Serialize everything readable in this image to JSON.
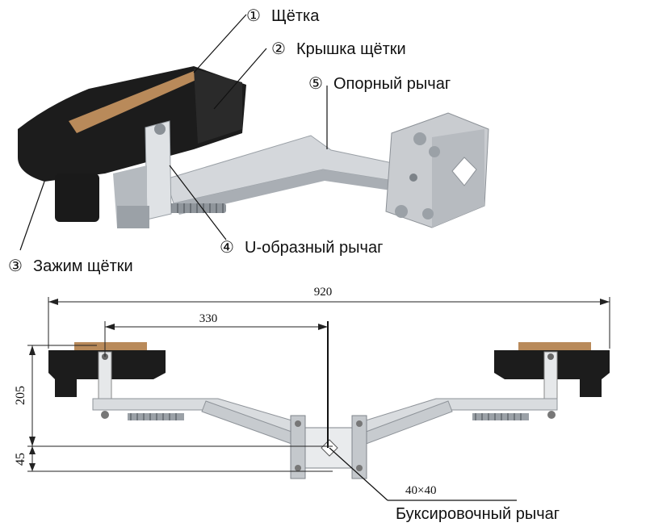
{
  "callouts": [
    {
      "num": "①",
      "text": "Щётка"
    },
    {
      "num": "②",
      "text": "Крышка щётки"
    },
    {
      "num": "⑤",
      "text": "Опорный рычаг"
    },
    {
      "num": "④",
      "text": "U-образный рычаг"
    },
    {
      "num": "③",
      "text": "Зажим щётки"
    }
  ],
  "dimensions": {
    "total_width": "920",
    "half_offset": "330",
    "height_upper": "205",
    "height_lower": "45",
    "profile": "40×40"
  },
  "bottom_label": "Буксировочный рычаг",
  "colors": {
    "brush_body": "#1c1c1c",
    "brush_pad": "#b98a5a",
    "metal": "#cfd2d6",
    "metal_dark": "#8e9399"
  }
}
